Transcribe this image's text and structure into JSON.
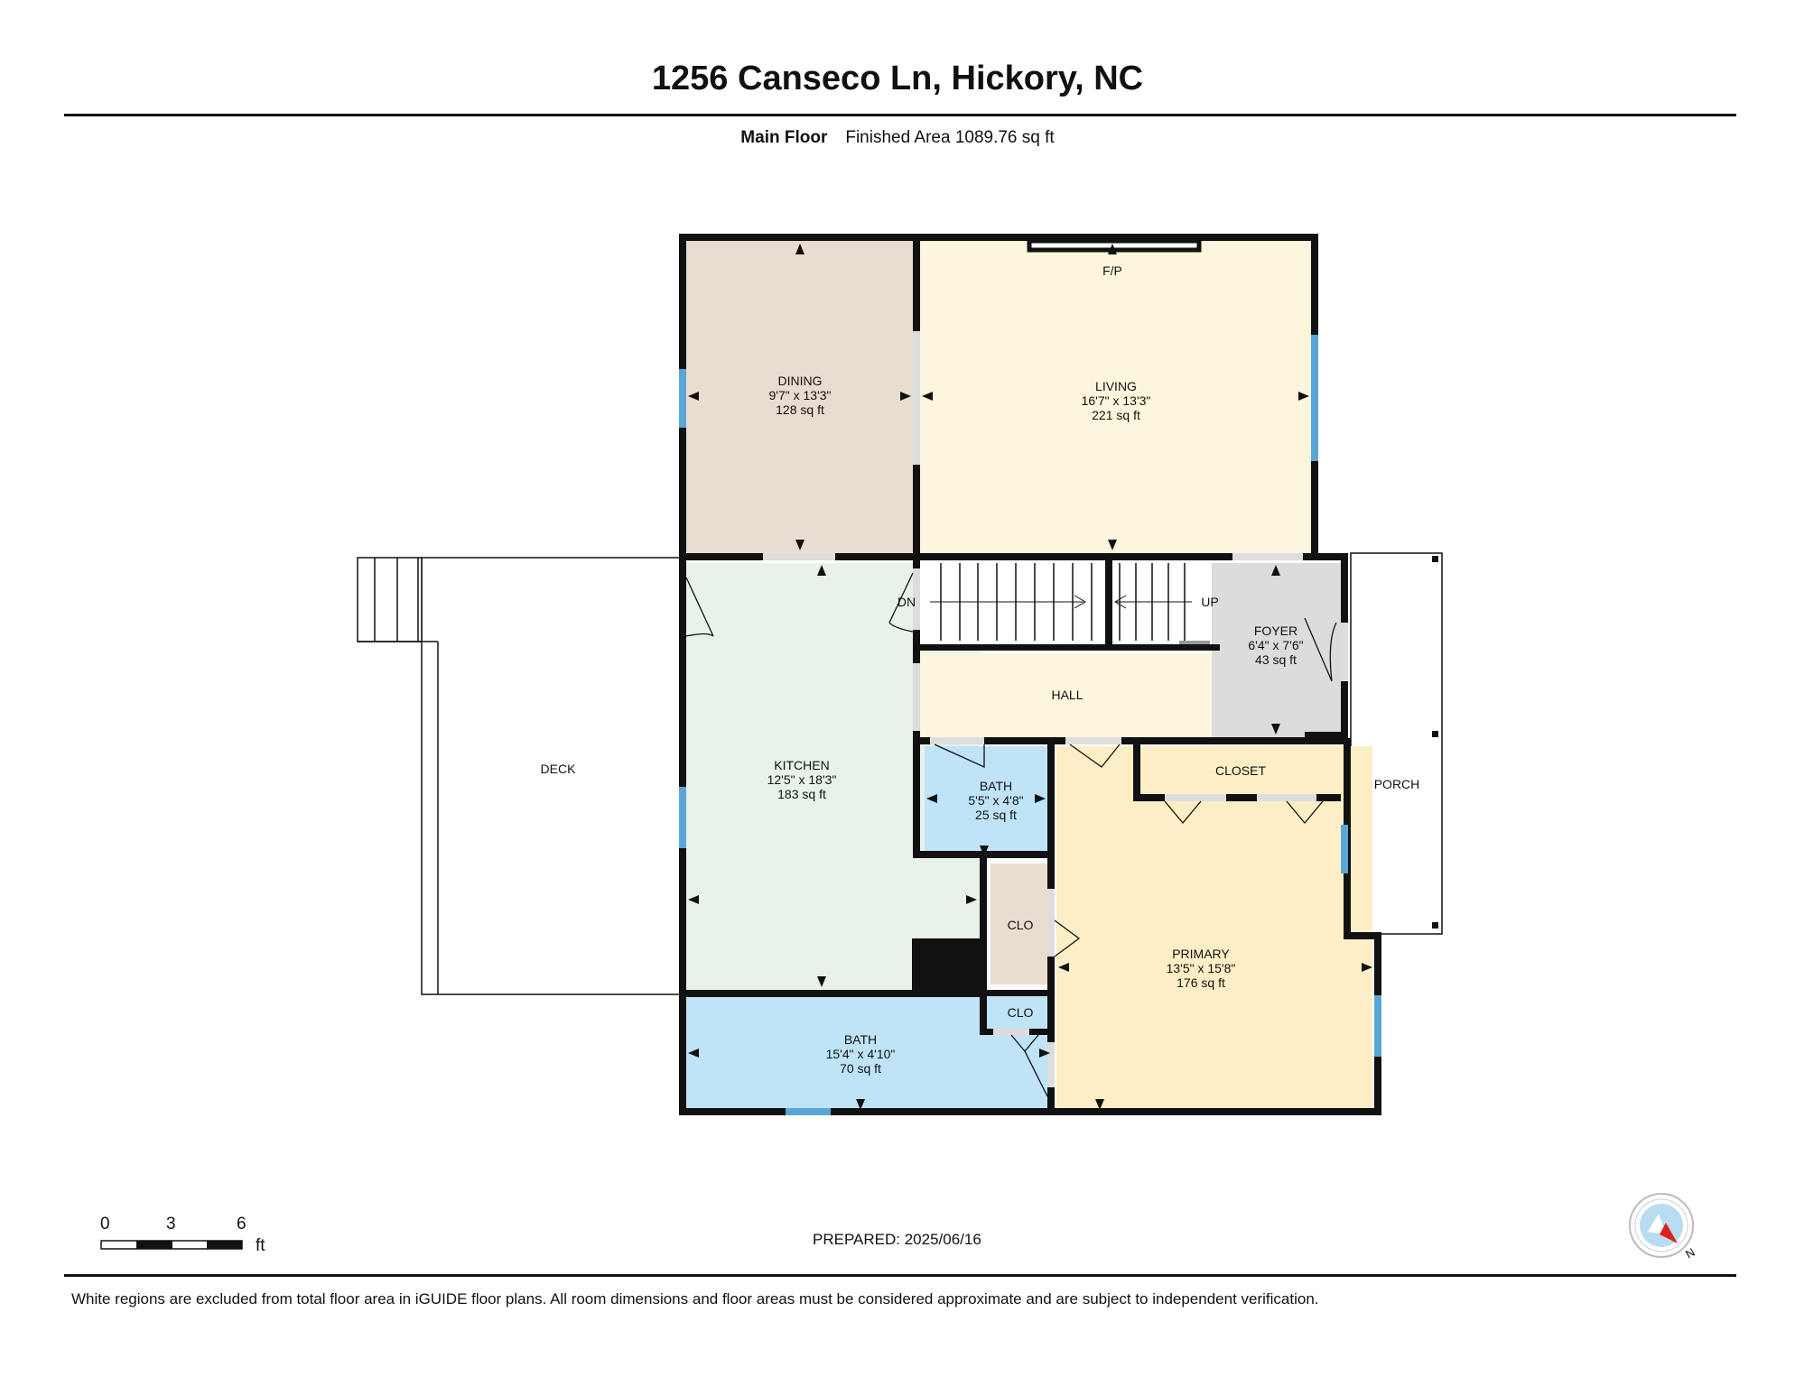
{
  "header": {
    "title": "1256 Canseco Ln, Hickory, NC",
    "floor_name": "Main Floor",
    "finished_area": "Finished Area 1089.76 sq ft"
  },
  "rooms": {
    "dining": {
      "name": "DINING",
      "dims": "9'7\" x 13'3\"",
      "area": "128 sq ft"
    },
    "living": {
      "name": "LIVING",
      "dims": "16'7\" x 13'3\"",
      "area": "221 sq ft"
    },
    "kitchen": {
      "name": "KITCHEN",
      "dims": "12'5\" x 18'3\"",
      "area": "183 sq ft"
    },
    "foyer": {
      "name": "FOYER",
      "dims": "6'4\" x 7'6\"",
      "area": "43 sq ft"
    },
    "hall": {
      "name": "HALL"
    },
    "bath_small": {
      "name": "BATH",
      "dims": "5'5\" x 4'8\"",
      "area": "25 sq ft"
    },
    "closet": {
      "name": "CLOSET"
    },
    "clo_upper": {
      "name": "CLO"
    },
    "clo_lower": {
      "name": "CLO"
    },
    "primary": {
      "name": "PRIMARY",
      "dims": "13'5\" x 15'8\"",
      "area": "176 sq ft"
    },
    "bath_large": {
      "name": "BATH",
      "dims": "15'4\" x 4'10\"",
      "area": "70 sq ft"
    },
    "deck": {
      "name": "DECK"
    },
    "porch": {
      "name": "PORCH"
    }
  },
  "labels": {
    "fireplace": "F/P",
    "stairs_down": "DN",
    "stairs_up": "UP"
  },
  "scale_bar": {
    "ticks": [
      "0",
      "3",
      "6"
    ],
    "unit": "ft"
  },
  "compass": {
    "label": "N"
  },
  "footer": {
    "prepared": "PREPARED: 2025/06/16",
    "disclaimer": "White regions are excluded from total floor area in iGUIDE floor plans. All room dimensions and floor areas must be considered approximate and are subject to independent verification."
  },
  "colors": {
    "wall": "#111111",
    "dining": "#e8ddd0",
    "living": "#fdf6dc",
    "kitchen": "#e6f2ea",
    "hall": "#fdf6dc",
    "foyer": "#dcdcdc",
    "bath": "#bfe3f7",
    "closet": "#e8ddd0",
    "primary": "#fdeec5",
    "window": "#5aa6d6"
  }
}
